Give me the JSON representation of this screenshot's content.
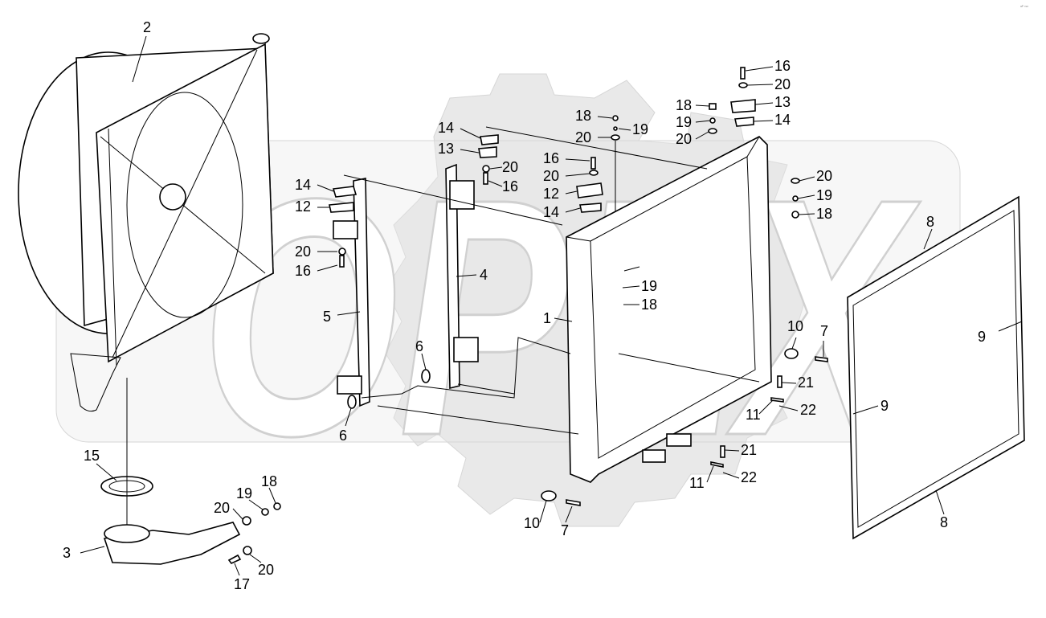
{
  "corner_mark": "ᵃᴾ ʳᵉˣ",
  "watermark": "OPEX",
  "callouts": [
    {
      "id": "c2",
      "text": "2"
    },
    {
      "id": "c1",
      "text": "1"
    },
    {
      "id": "c3",
      "text": "3"
    },
    {
      "id": "c4",
      "text": "4"
    },
    {
      "id": "c5",
      "text": "5"
    },
    {
      "id": "c6a",
      "text": "6"
    },
    {
      "id": "c6b",
      "text": "6"
    },
    {
      "id": "c7a",
      "text": "7"
    },
    {
      "id": "c7b",
      "text": "7"
    },
    {
      "id": "c8a",
      "text": "8"
    },
    {
      "id": "c8b",
      "text": "8"
    },
    {
      "id": "c9a",
      "text": "9"
    },
    {
      "id": "c9b",
      "text": "9"
    },
    {
      "id": "c10a",
      "text": "10"
    },
    {
      "id": "c10b",
      "text": "10"
    },
    {
      "id": "c11a",
      "text": "11"
    },
    {
      "id": "c11b",
      "text": "11"
    },
    {
      "id": "c12a",
      "text": "12"
    },
    {
      "id": "c12b",
      "text": "12"
    },
    {
      "id": "c13a",
      "text": "13"
    },
    {
      "id": "c13b",
      "text": "13"
    },
    {
      "id": "c14a",
      "text": "14"
    },
    {
      "id": "c14b",
      "text": "14"
    },
    {
      "id": "c14c",
      "text": "14"
    },
    {
      "id": "c14d",
      "text": "14"
    },
    {
      "id": "c15",
      "text": "15"
    },
    {
      "id": "c16a",
      "text": "16"
    },
    {
      "id": "c16b",
      "text": "16"
    },
    {
      "id": "c16c",
      "text": "16"
    },
    {
      "id": "c16d",
      "text": "16"
    },
    {
      "id": "c17",
      "text": "17"
    },
    {
      "id": "c18a",
      "text": "18"
    },
    {
      "id": "c18b",
      "text": "18"
    },
    {
      "id": "c18c",
      "text": "18"
    },
    {
      "id": "c18d",
      "text": "18"
    },
    {
      "id": "c18e",
      "text": "18"
    },
    {
      "id": "c19a",
      "text": "19"
    },
    {
      "id": "c19b",
      "text": "19"
    },
    {
      "id": "c19c",
      "text": "19"
    },
    {
      "id": "c19d",
      "text": "19"
    },
    {
      "id": "c19e",
      "text": "19"
    },
    {
      "id": "c20a",
      "text": "20"
    },
    {
      "id": "c20b",
      "text": "20"
    },
    {
      "id": "c20c",
      "text": "20"
    },
    {
      "id": "c20d",
      "text": "20"
    },
    {
      "id": "c20e",
      "text": "20"
    },
    {
      "id": "c20f",
      "text": "20"
    },
    {
      "id": "c20g",
      "text": "20"
    },
    {
      "id": "c20h",
      "text": "20"
    },
    {
      "id": "c20i",
      "text": "20"
    },
    {
      "id": "c21a",
      "text": "21"
    },
    {
      "id": "c21b",
      "text": "21"
    },
    {
      "id": "c22a",
      "text": "22"
    },
    {
      "id": "c22b",
      "text": "22"
    }
  ]
}
